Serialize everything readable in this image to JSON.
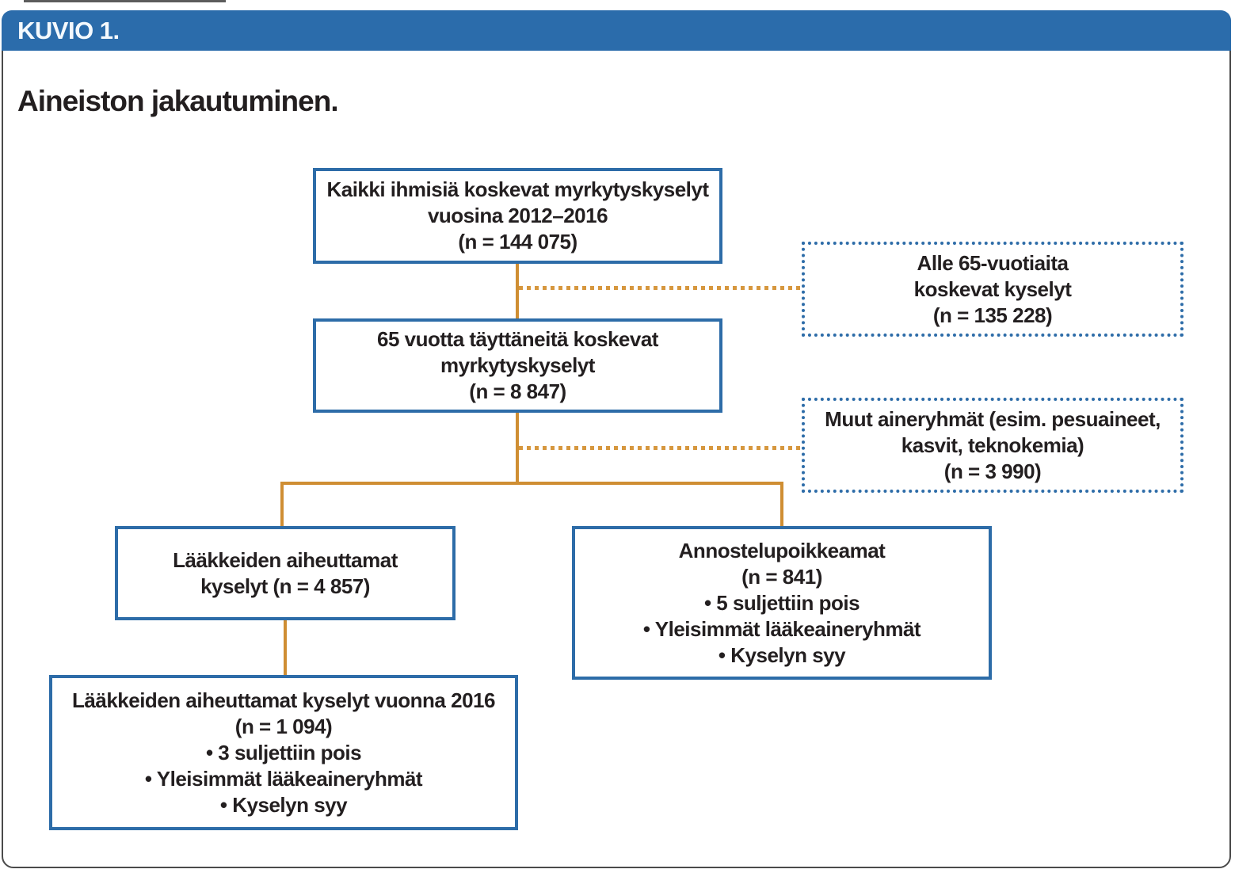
{
  "header": {
    "label": "KUVIO 1."
  },
  "title": "Aineiston jakautuminen.",
  "colors": {
    "header_blue": "#2b6cab",
    "box_border_blue": "#2d6ca8",
    "connector_orange": "#cf8e33",
    "text": "#231f20",
    "frame_border": "#4a4a4a"
  },
  "flowchart": {
    "box_all_queries": {
      "lines": [
        "Kaikki ihmisiä koskevat myrkytyskyselyt",
        "vuosina 2012–2016",
        "(n = 144 075)"
      ]
    },
    "box_under65_excluded": {
      "lines": [
        "Alle 65-vuotiaita",
        "koskevat kyselyt",
        "(n = 135 228)"
      ]
    },
    "box_over65": {
      "lines": [
        "65 vuotta täyttäneitä koskevat",
        "myrkytyskyselyt",
        "(n = 8 847)"
      ]
    },
    "box_other_substances_excluded": {
      "lines": [
        "Muut aineryhmät (esim. pesuaineet,",
        "kasvit, teknokemia)",
        "(n = 3 990)"
      ]
    },
    "box_drug_queries": {
      "lines": [
        "Lääkkeiden aiheuttamat",
        "kyselyt (n = 4 857)"
      ]
    },
    "box_dosing_errors": {
      "lines": [
        "Annostelupoikkeamat",
        "(n = 841)",
        "• 5 suljettiin pois",
        "• Yleisimmät lääkeaineryhmät",
        "• Kyselyn syy"
      ]
    },
    "box_drug_queries_2016": {
      "lines": [
        "Lääkkeiden aiheuttamat kyselyt vuonna 2016",
        "(n = 1 094)",
        "• 3 suljettiin pois",
        "• Yleisimmät lääkeaineryhmät",
        "• Kyselyn syy"
      ]
    }
  }
}
